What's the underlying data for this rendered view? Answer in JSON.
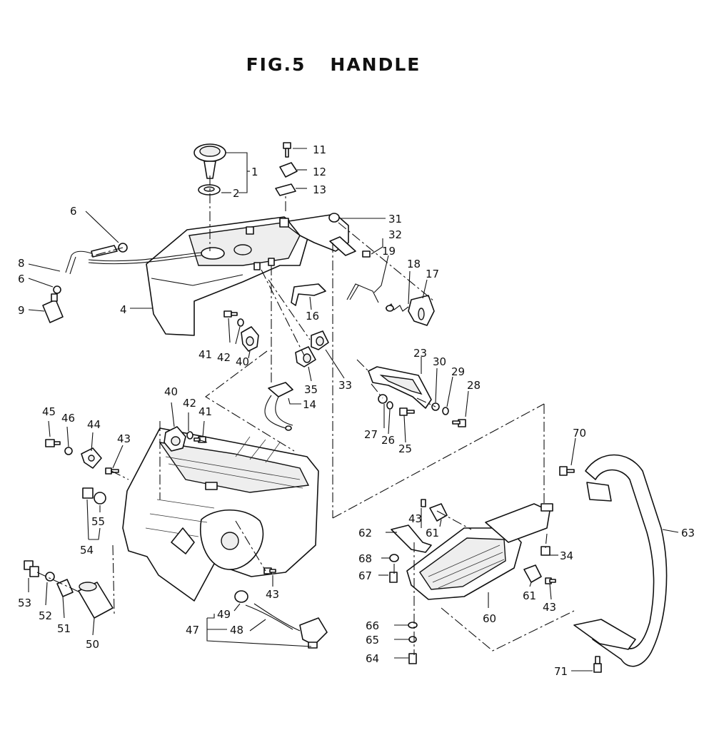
{
  "title": {
    "fig": "FIG.5",
    "name": "HANDLE"
  },
  "callouts": {
    "c1": "1",
    "c2": "2",
    "c4": "4",
    "c6a": "6",
    "c6b": "6",
    "c8": "8",
    "c9": "9",
    "c11": "11",
    "c12": "12",
    "c13": "13",
    "c14": "14",
    "c16": "16",
    "c17": "17",
    "c18": "18",
    "c19": "19",
    "c23": "23",
    "c25": "25",
    "c26": "26",
    "c27": "27",
    "c28": "28",
    "c29": "29",
    "c30": "30",
    "c31": "31",
    "c32": "32",
    "c33": "33",
    "c34": "34",
    "c35": "35",
    "c40a": "40",
    "c40b": "40",
    "c41a": "41",
    "c41b": "41",
    "c42a": "42",
    "c42b": "42",
    "c43a": "43",
    "c43b": "43",
    "c43c": "43",
    "c43d": "43",
    "c44": "44",
    "c45": "45",
    "c46": "46",
    "c47": "47",
    "c48": "48",
    "c49": "49",
    "c50": "50",
    "c51": "51",
    "c52": "52",
    "c53": "53",
    "c54": "54",
    "c55": "55",
    "c60": "60",
    "c61a": "61",
    "c61b": "61",
    "c62": "62",
    "c63": "63",
    "c64": "64",
    "c65": "65",
    "c66": "66",
    "c67": "67",
    "c68": "68",
    "c70": "70",
    "c71": "71"
  }
}
